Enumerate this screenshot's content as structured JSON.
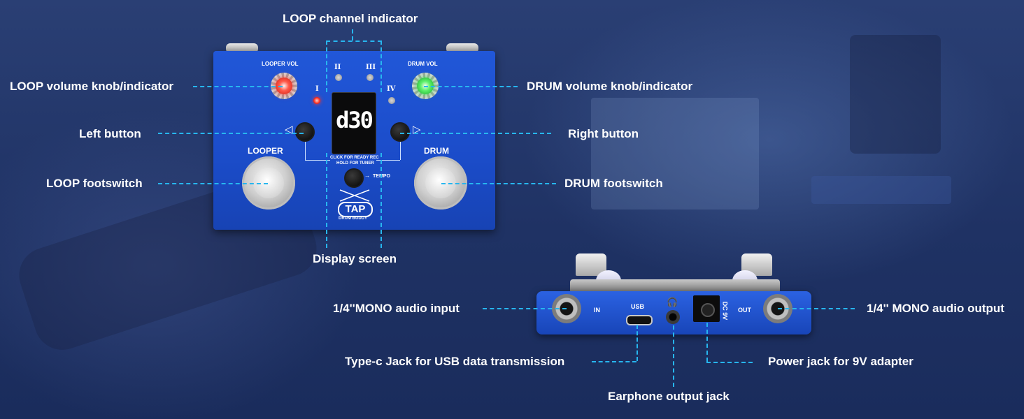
{
  "labels": {
    "loop_channel_indicator": "LOOP channel indicator",
    "loop_volume": "LOOP volume knob/indicator",
    "drum_volume": "DRUM volume knob/indicator",
    "left_button": "Left button",
    "right_button": "Right button",
    "loop_footswitch": "LOOP footswitch",
    "drum_footswitch": "DRUM footswitch",
    "display_screen": "Display screen",
    "mono_input": "1/4''MONO audio input",
    "mono_output": "1/4'' MONO audio output",
    "usb_jack": "Type-c Jack for USB data transmission",
    "power_jack": "Power jack for 9V adapter",
    "earphone_jack": "Earphone output jack"
  },
  "pedal_top": {
    "looper_vol": "LOOPER VOL",
    "drum_vol": "DRUM VOL",
    "channels": [
      "I",
      "II",
      "III",
      "IV"
    ],
    "display_value": "d30",
    "hint_line1": "CLICK FOR READY REC",
    "hint_line2": "HOLD FOR TUNER",
    "tempo": "TEMPO",
    "looper": "LOOPER",
    "drum": "DRUM",
    "brand": "TAP",
    "model": "DRUM BUDDY",
    "left_arrow": "◁",
    "right_arrow": "▷",
    "tempo_arrow": "→"
  },
  "pedal_side": {
    "in": "IN",
    "usb": "USB",
    "dc": "DC 9V",
    "out": "OUT",
    "headphone_glyph": "🎧"
  },
  "colors": {
    "accent_dash": "#27b6ef",
    "pedal_blue": "#1b4cc9",
    "looper_led": "#ff3b2f",
    "drum_led": "#38e04a"
  }
}
